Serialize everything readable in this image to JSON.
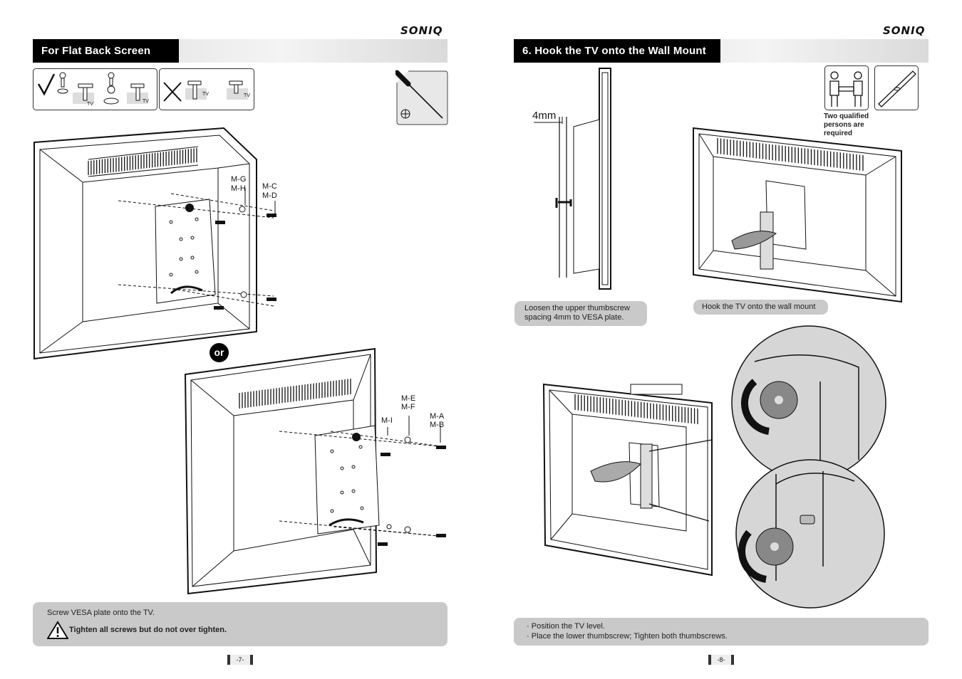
{
  "brand": "SONIQ",
  "left": {
    "header": "For Flat Back Screen",
    "tv_tag": "TV",
    "labels": {
      "mg": "M-G",
      "mh": "M-H",
      "mc": "M-C",
      "md": "M-D",
      "me": "M-E",
      "mf": "M-F",
      "mi": "M-I",
      "ma": "M-A",
      "mb": "M-B"
    },
    "or": "or",
    "note": "Screw VESA plate onto the TV.",
    "warning": "Tighten all screws but do not over tighten.",
    "page_number": "-7-"
  },
  "right": {
    "header": "6. Hook the TV onto the Wall Mount",
    "spacing": "4mm",
    "persons_note": "Two qualified persons are required",
    "caption_loosen": "Loosen the upper thumbscrew spacing 4mm to VESA plate.",
    "caption_hook": "Hook the TV onto the wall mount",
    "bullets": [
      "Position the TV level.",
      "Place the lower thumbscrew; Tighten both thumbscrews."
    ],
    "page_number": "-8-"
  }
}
